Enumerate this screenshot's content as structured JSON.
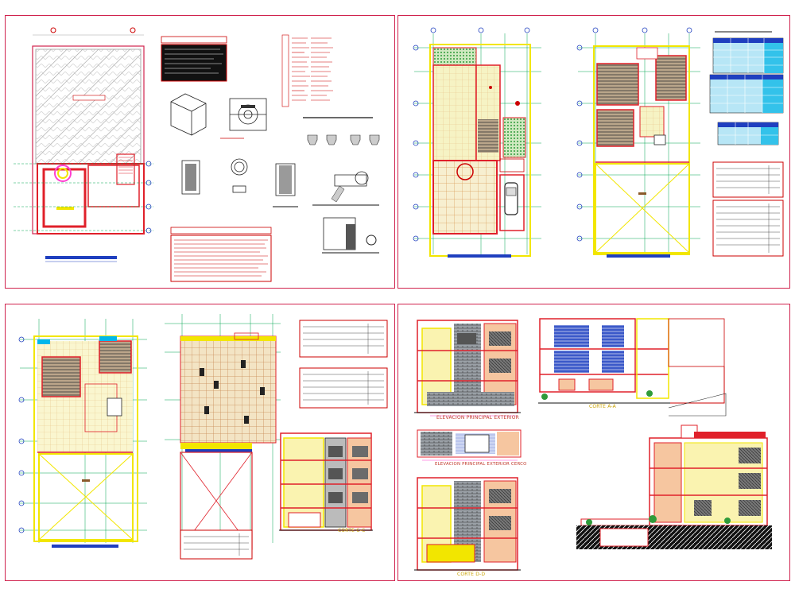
{
  "labels": {
    "elev_principal": "ELEVACION PRINCIPAL EXTERIOR",
    "elev_cerco": "ELEVACION PRINCIPAL EXTERIOR CERCO",
    "corte_d": "CORTE D-D",
    "corte_a": "CORTE A-A",
    "corte_c": "CORTE C-C"
  },
  "colors": {
    "frame": "#d0234e",
    "wall": "#e0202a",
    "yellow": "#f2e600",
    "grid": "#00a651",
    "hatch": "#9a9a9a",
    "cyan": "#00b7eb",
    "blue": "#1f3fbf",
    "brown": "#8a5a2b"
  }
}
